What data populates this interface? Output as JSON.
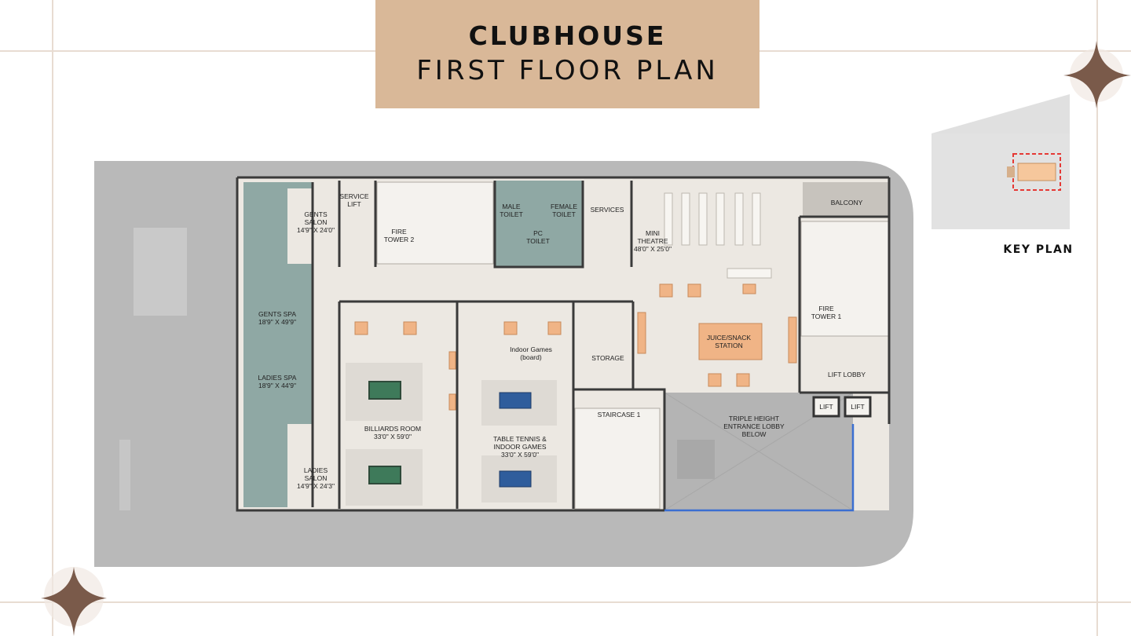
{
  "title": {
    "line1": "CLUBHOUSE",
    "line2": "FIRST FLOOR PLAN"
  },
  "key_plan": {
    "label": "KEY PLAN"
  },
  "rooms": {
    "service_lift": "SERVICE\nLIFT",
    "gents_salon": "GENTS\nSALON\n14'9\" X 24'0\"",
    "fire_tower_2": "FIRE\nTOWER 2",
    "male_toilet": "MALE\nTOILET",
    "female_toilet": "FEMALE\nTOILET",
    "pc_toilet": "PC\nTOILET",
    "services": "SERVICES",
    "mini_theatre": "MINI\nTHEATRE\n48'0\" X 25'0\"",
    "balcony": "BALCONY",
    "gents_spa": "GENTS SPA\n18'9\" X 49'9\"",
    "ladies_spa": "LADIES SPA\n18'9\" X 44'9\"",
    "indoor_games_board": "Indoor Games\n(board)",
    "storage": "STORAGE",
    "juice_snack": "JUICE/SNACK\nSTATION",
    "fire_tower_1": "FIRE\nTOWER 1",
    "lift_lobby": "LIFT LOBBY",
    "lift_a": "LIFT",
    "lift_b": "LIFT",
    "billiards": "BILLIARDS ROOM\n33'0\" X 59'0\"",
    "table_tennis": "TABLE TENNIS &\nINDOOR GAMES\n33'0\" X 59'0\"",
    "staircase_1": "STAIRCASE 1",
    "triple_height": "TRIPLE HEIGHT\nENTRANCE LOBBY\nBELOW",
    "ladies_salon": "LADIES\nSALON\n14'9\" X 24'3\""
  },
  "colors": {
    "title_bg": "#d9b898",
    "frame": "#e8dcd2",
    "spa_teal": "#8fa8a4",
    "floor": "#ece8e2",
    "wall": "#3a3a3a",
    "ground": "#b8b8b8",
    "table_orange": "#f0b486",
    "billiard_green": "#3e7a5a",
    "tt_blue": "#2f5d9c",
    "star": "#7a5a4a",
    "keyplan_red": "#e53935",
    "glass_blue": "#3b6fd1"
  }
}
